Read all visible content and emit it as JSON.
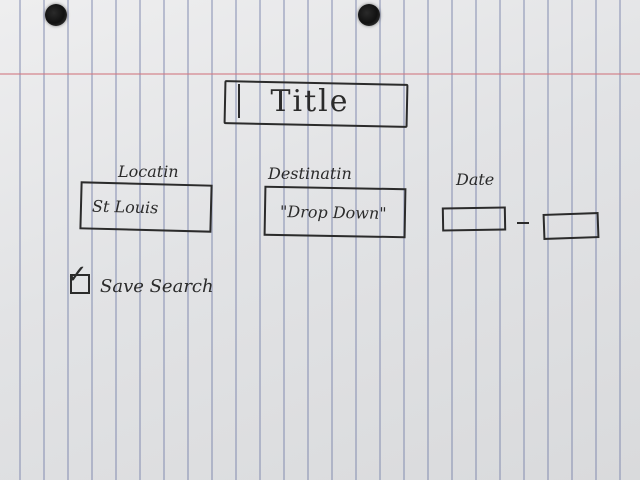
{
  "form": {
    "title": "Title",
    "location": {
      "label": "Locatin",
      "value": "St Louis"
    },
    "destination": {
      "label": "Destinatin",
      "value": "\"Drop Down\""
    },
    "date": {
      "label": "Date",
      "start_value": "",
      "end_value": ""
    },
    "save_search": {
      "label": "Save Search",
      "checked": true
    }
  },
  "colors": {
    "ink": "#2b2b2b",
    "paper": "#e6e7e8",
    "rule_line": "#7882aa",
    "margin_line": "#d27882"
  }
}
